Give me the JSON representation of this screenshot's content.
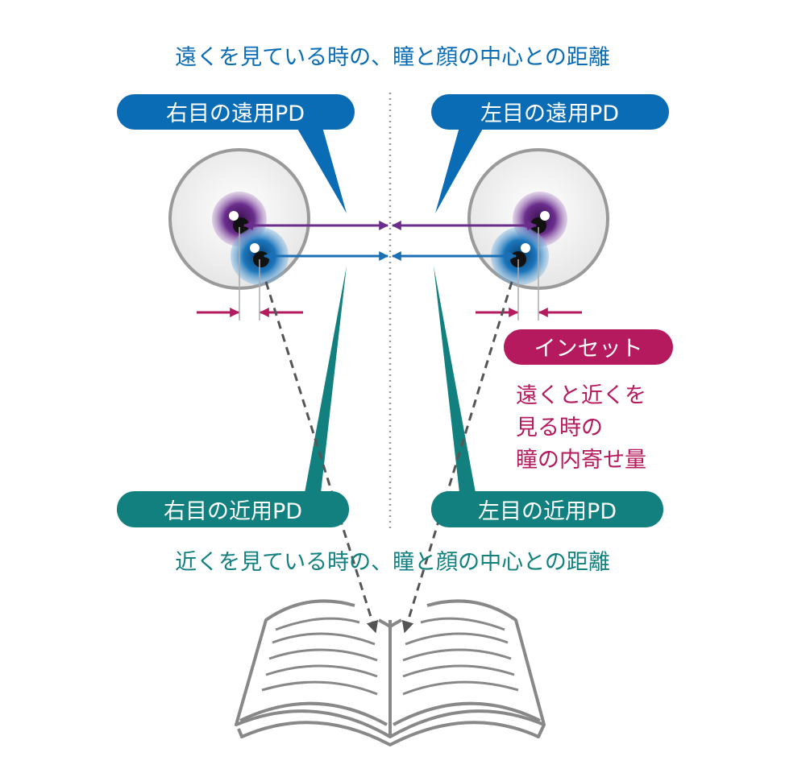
{
  "title_far": "遠くを見ている時の、瞳と顔の中心との距離",
  "title_near": "近くを見ている時の、瞳と顔の中心との距離",
  "labels": {
    "right_far_pd": "右目の遠用PD",
    "left_far_pd": "左目の遠用PD",
    "right_near_pd": "右目の近用PD",
    "left_near_pd": "左目の近用PD",
    "inset": "インセット"
  },
  "inset_description": [
    "遠くと近くを",
    "見る時の",
    "瞳の内寄せ量"
  ],
  "colors": {
    "far": "#0a6cb5",
    "near": "#11807f",
    "inset": "#b5195e",
    "purple_iris": "#6a2d8c",
    "blue_iris": "#1b75bb",
    "gray": "#8a8a8a"
  }
}
